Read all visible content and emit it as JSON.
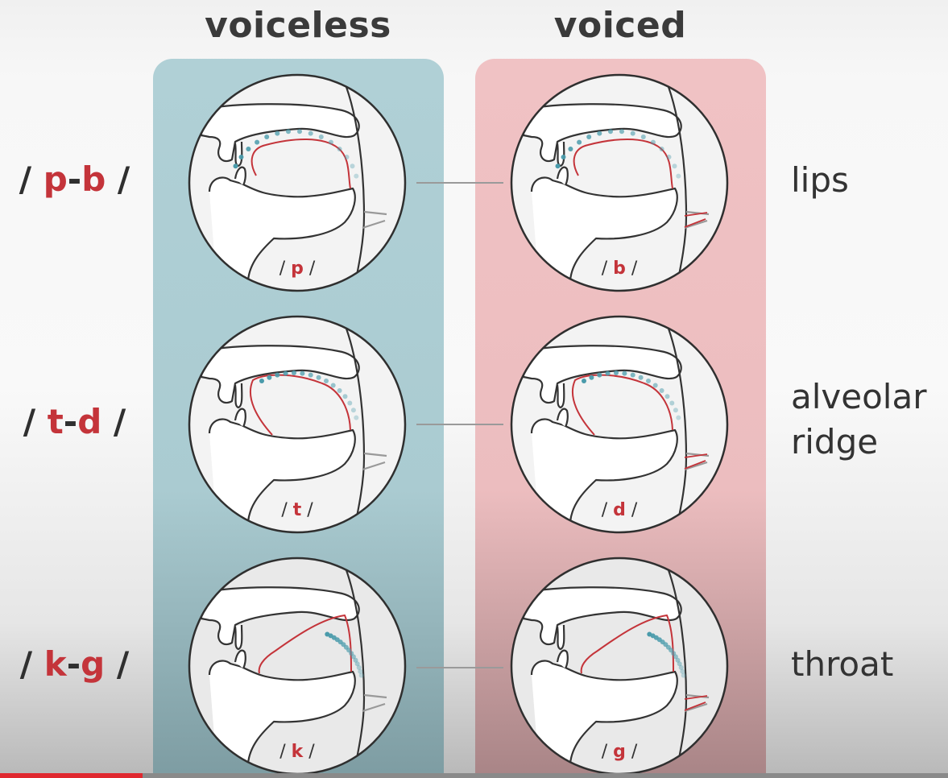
{
  "columns": {
    "voiceless": "voiceless",
    "voiced": "voiced"
  },
  "rows": [
    {
      "pair_open": "/ ",
      "voiceless_phoneme": "p",
      "dash": "-",
      "voiced_phoneme": "b",
      "pair_close": " /",
      "place_lines": [
        "lips"
      ],
      "voiceless_label": "p",
      "voiced_label": "b"
    },
    {
      "pair_open": "/ ",
      "voiceless_phoneme": "t",
      "dash": "-",
      "voiced_phoneme": "d",
      "pair_close": " /",
      "place_lines": [
        "alveolar",
        "ridge"
      ],
      "voiceless_label": "t",
      "voiced_label": "d"
    },
    {
      "pair_open": "/ ",
      "voiceless_phoneme": "k",
      "dash": "-",
      "voiced_phoneme": "g",
      "pair_close": " /",
      "place_lines": [
        "throat"
      ],
      "voiceless_label": "k",
      "voiced_label": "g"
    }
  ],
  "colors": {
    "accent_red": "#c4343a",
    "voiceless_panel": "#b0d0d6",
    "voiced_panel": "#f0c2c4",
    "airflow_dots": "#4a9bab"
  },
  "video_progress_fraction": 0.15
}
